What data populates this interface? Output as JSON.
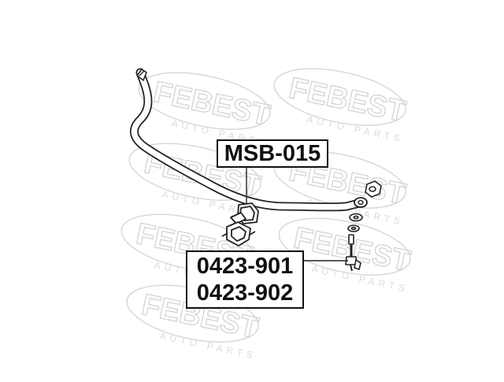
{
  "watermark": {
    "brand": "FEBEST",
    "tagline": "AUTO PARTS"
  },
  "colors": {
    "line": "#222222",
    "watermark": "#d9d9d9",
    "label_border": "#111111",
    "label_text": "#111111"
  },
  "labels": {
    "stabilizer_bushing": "MSB-015",
    "stabilizer_link_1": "0423-901",
    "stabilizer_link_2": "0423-902"
  }
}
